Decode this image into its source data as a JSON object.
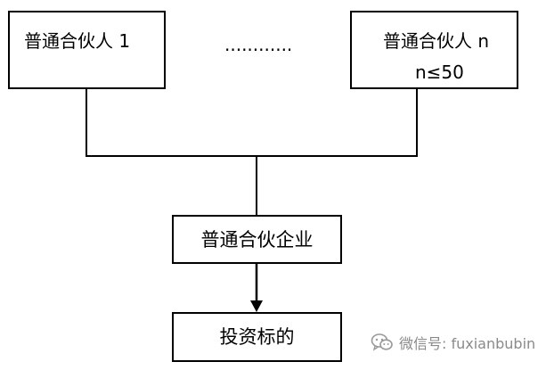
{
  "partners": [
    {
      "line1": "普通合伙人 1"
    },
    {
      "line1": "普通合伙人 n",
      "line2": "n≤50"
    }
  ],
  "ellipsis": "............",
  "enterprise": {
    "label": "普通合伙企业"
  },
  "target": {
    "label": "投资标的"
  },
  "watermark": {
    "text": "微信号: fuxianbubin"
  },
  "colors": {
    "line": "#000000",
    "box_fill": "#ffffff",
    "watermark": "#8a8a8a"
  }
}
